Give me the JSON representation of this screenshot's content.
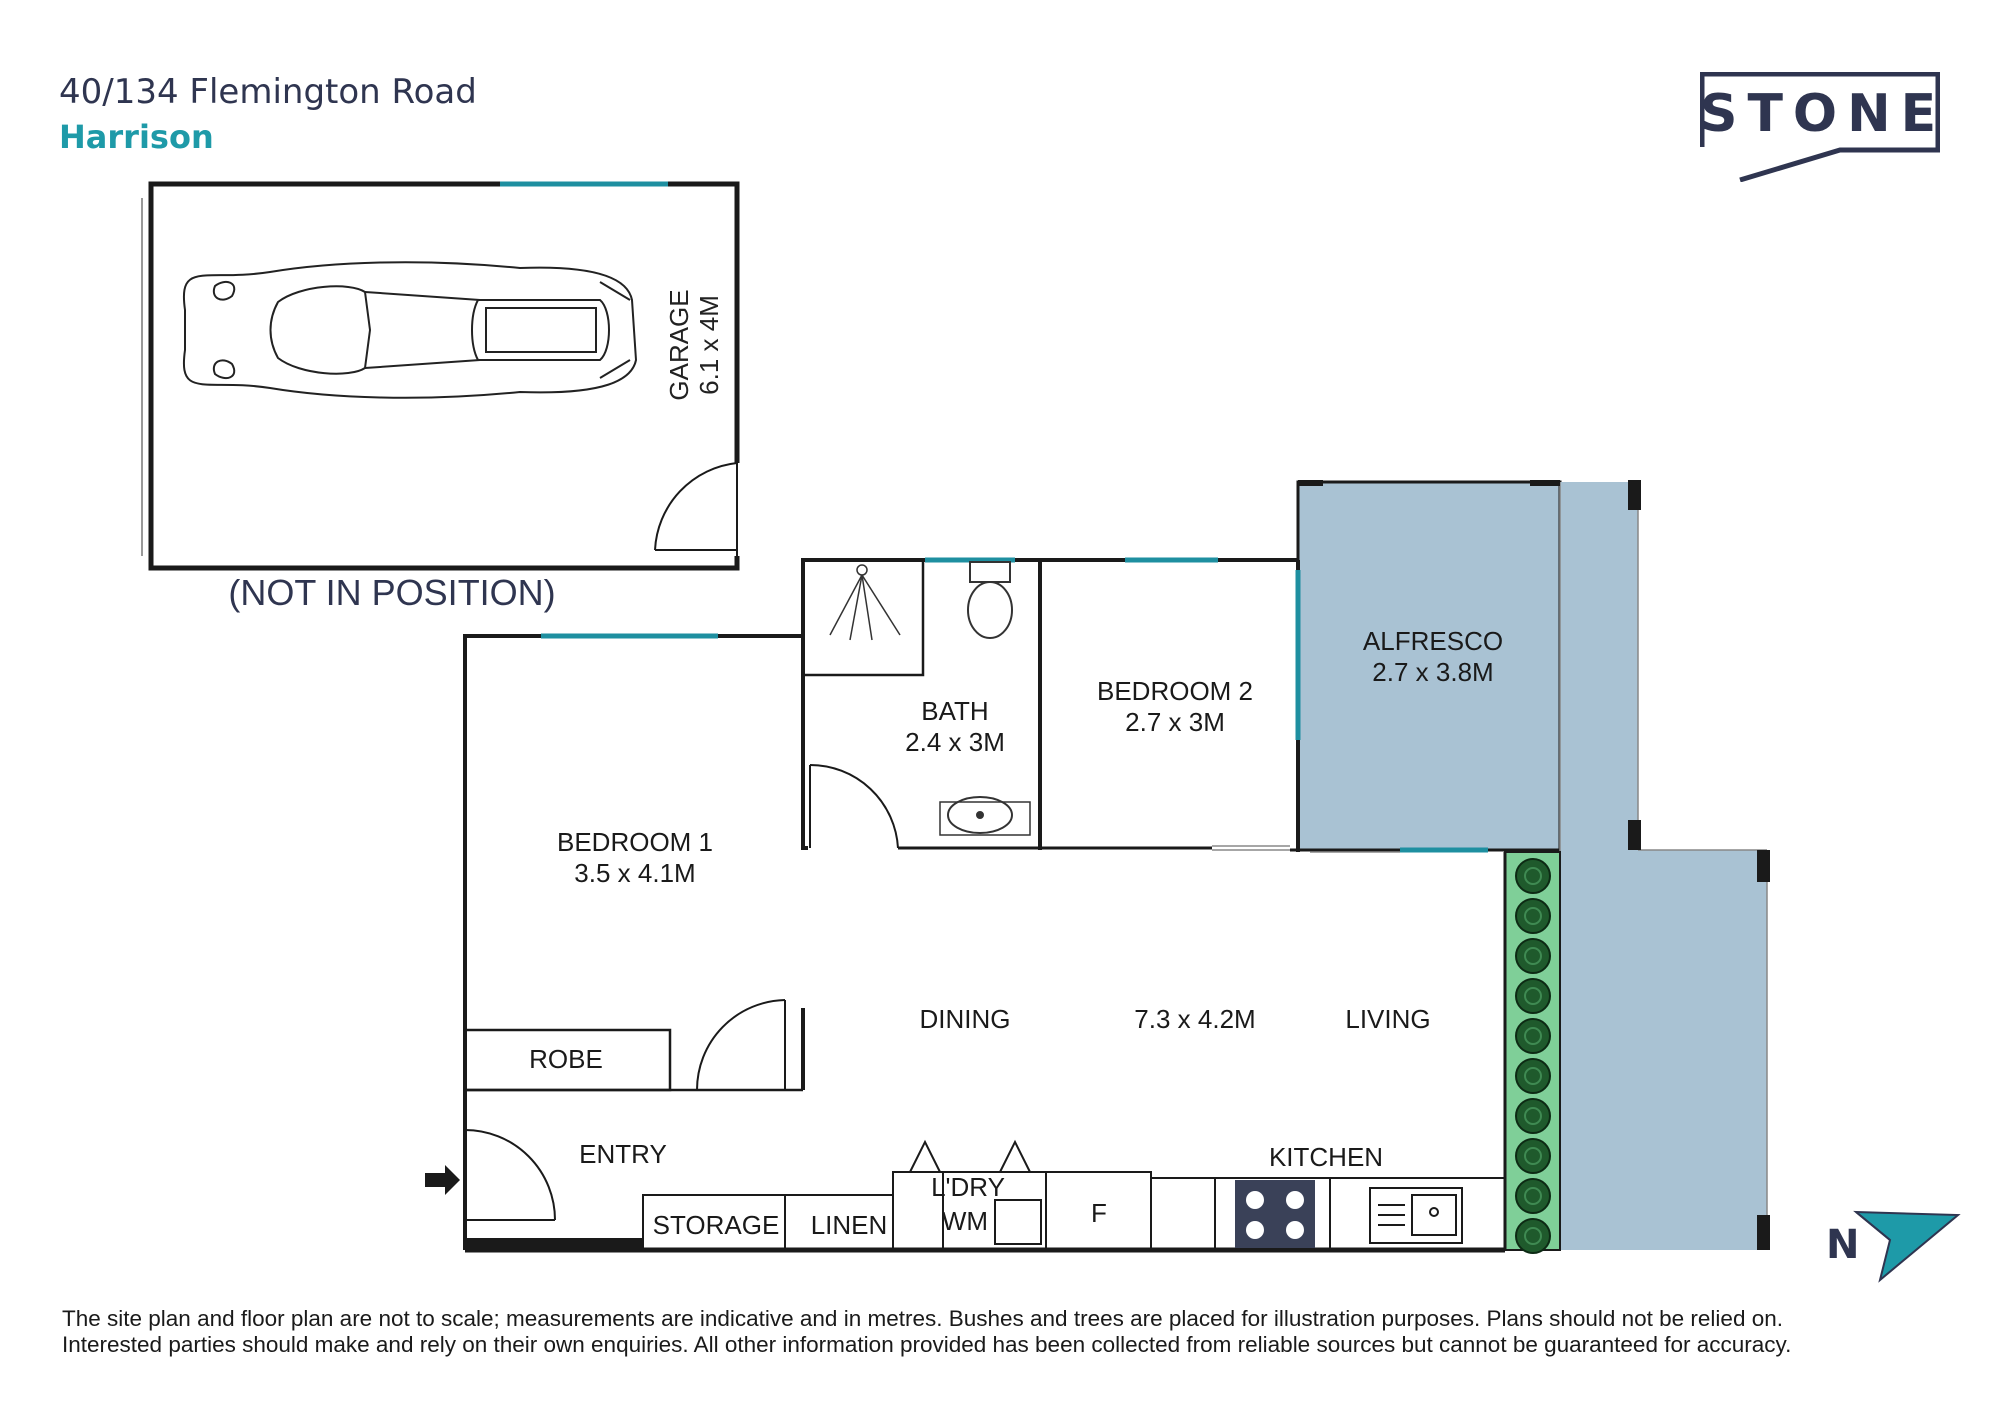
{
  "header": {
    "address": "40/134 Flemington Road",
    "suburb": "Harrison"
  },
  "brand": {
    "logo_text": "STONE"
  },
  "garage": {
    "name": "GARAGE",
    "size": "6.1 x 4M",
    "note": "(NOT IN POSITION)"
  },
  "rooms": {
    "bedroom1": {
      "name": "BEDROOM 1",
      "size": "3.5 x 4.1M"
    },
    "bath": {
      "name": "BATH",
      "size": "2.4 x 3M"
    },
    "bedroom2": {
      "name": "BEDROOM 2",
      "size": "2.7 x 3M"
    },
    "alfresco": {
      "name": "ALFRESCO",
      "size": "2.7 x 3.8M"
    },
    "dining": {
      "name": "DINING"
    },
    "living_size": {
      "size": "7.3 x 4.2M"
    },
    "living": {
      "name": "LIVING"
    },
    "robe": {
      "name": "ROBE"
    },
    "entry": {
      "name": "ENTRY"
    },
    "kitchen": {
      "name": "KITCHEN"
    },
    "storage": {
      "name": "STORAGE"
    },
    "linen": {
      "name": "LINEN"
    },
    "laundry": {
      "name": "L'DRY"
    },
    "washing_machine": {
      "name": "WM"
    },
    "fridge": {
      "name": "F"
    }
  },
  "compass": {
    "letter": "N"
  },
  "disclaimer": {
    "line1": "The site plan and floor plan are not to scale; measurements are indicative and in metres. Bushes and trees are placed for illustration purposes. Plans should not be relied on.",
    "line2": "Interested parties should make and rely on their own enquiries. All other information provided has been collected from reliable sources but cannot be guaranteed for accuracy."
  },
  "colors": {
    "wall": "#1a1a1a",
    "window": "#1e8fa0",
    "alfresco_fill": "#a9c2d3",
    "garden_fill": "#7fcf98",
    "brand_navy": "#2f3550",
    "brand_teal": "#1e9aa8"
  }
}
